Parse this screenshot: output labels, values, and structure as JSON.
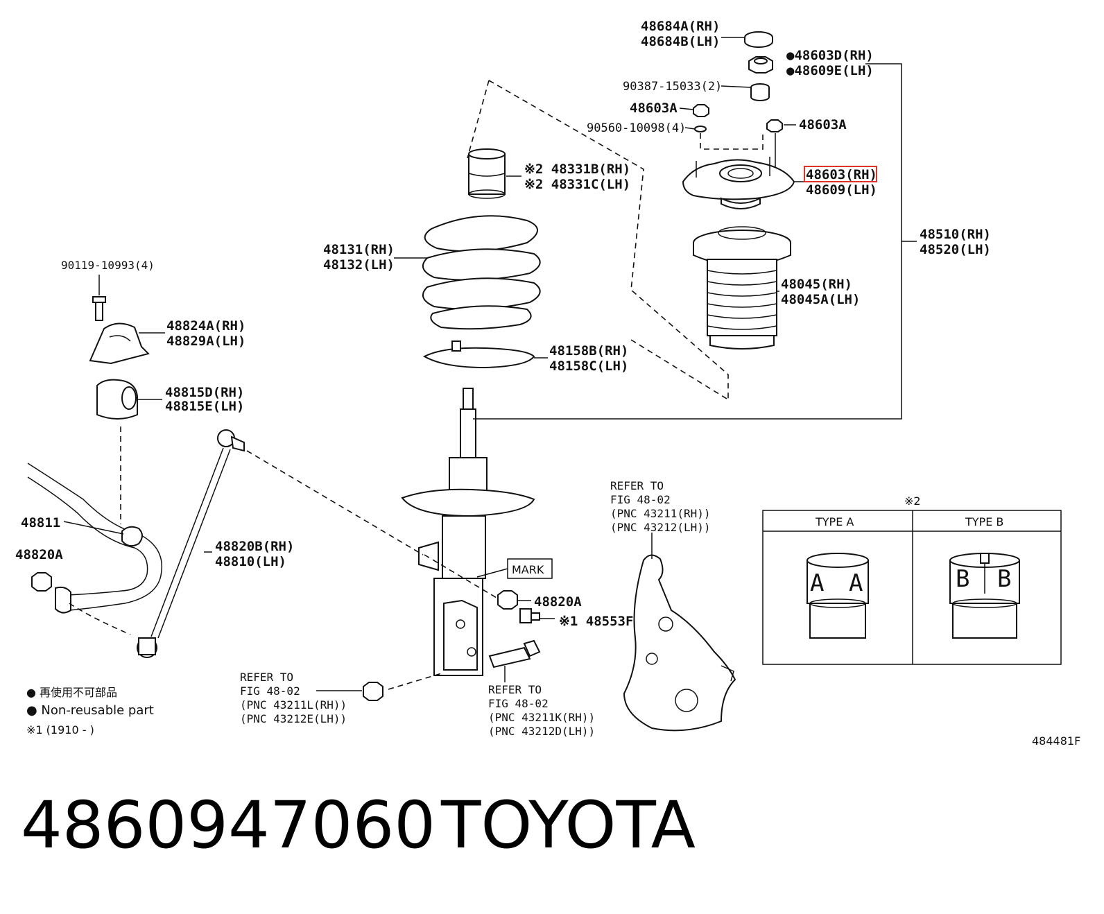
{
  "labels": {
    "p48684": [
      "48684A(RH)",
      "48684B(LH)"
    ],
    "p48603d": [
      "●48603D(RH)",
      "●48609E(LH)"
    ],
    "p90387": "90387-15033(2)",
    "p48603a_left": "48603A",
    "p90560": "90560-10098(4)",
    "p48603a_right": "48603A",
    "p48603_rh": "48603(RH)",
    "p48609_lh": "48609(LH)",
    "p48331": [
      "※2 48331B(RH)",
      "※2 48331C(LH)"
    ],
    "p48131": [
      "48131(RH)",
      "48132(LH)"
    ],
    "p48510": [
      "48510(RH)",
      "48520(LH)"
    ],
    "p48045": [
      "48045(RH)",
      "48045A(LH)"
    ],
    "p48158": [
      "48158B(RH)",
      "48158C(LH)"
    ],
    "p90119": "90119-10993(4)",
    "p48824": [
      "48824A(RH)",
      "48829A(LH)"
    ],
    "p48815": [
      "48815D(RH)",
      "48815E(LH)"
    ],
    "p48811": "48811",
    "p48820a_left": "48820A",
    "p48820b": [
      "48820B(RH)",
      "48810(LH)"
    ],
    "mark": "MARK",
    "p48820a_right": "48820A",
    "p48553f": "※1 48553F",
    "refer_knuckle": [
      "REFER TO",
      "FIG 48-02",
      "(PNC 43211(RH))",
      "(PNC 43212(LH))"
    ],
    "refer_nut": [
      "REFER TO",
      "FIG 48-02",
      "(PNC 43211L(RH))",
      "(PNC 43212E(LH))"
    ],
    "refer_bolt": [
      "REFER TO",
      "FIG 48-02",
      "(PNC 43211K(RH))",
      "(PNC 43212D(LH))"
    ]
  },
  "legend": {
    "jp": "● 再使用不可部品",
    "en": "● Non-reusable part",
    "note1": "※1 (1910 -       )"
  },
  "types": {
    "note": "※2",
    "type_a": "TYPE A",
    "type_b": "TYPE B",
    "letter_a": "A",
    "letter_b": "B"
  },
  "figure_id": "484481F",
  "footer": {
    "part_number": "4860947060",
    "brand": "TOYOTA"
  },
  "colors": {
    "highlight": "#e0302a",
    "ink": "#111111"
  }
}
